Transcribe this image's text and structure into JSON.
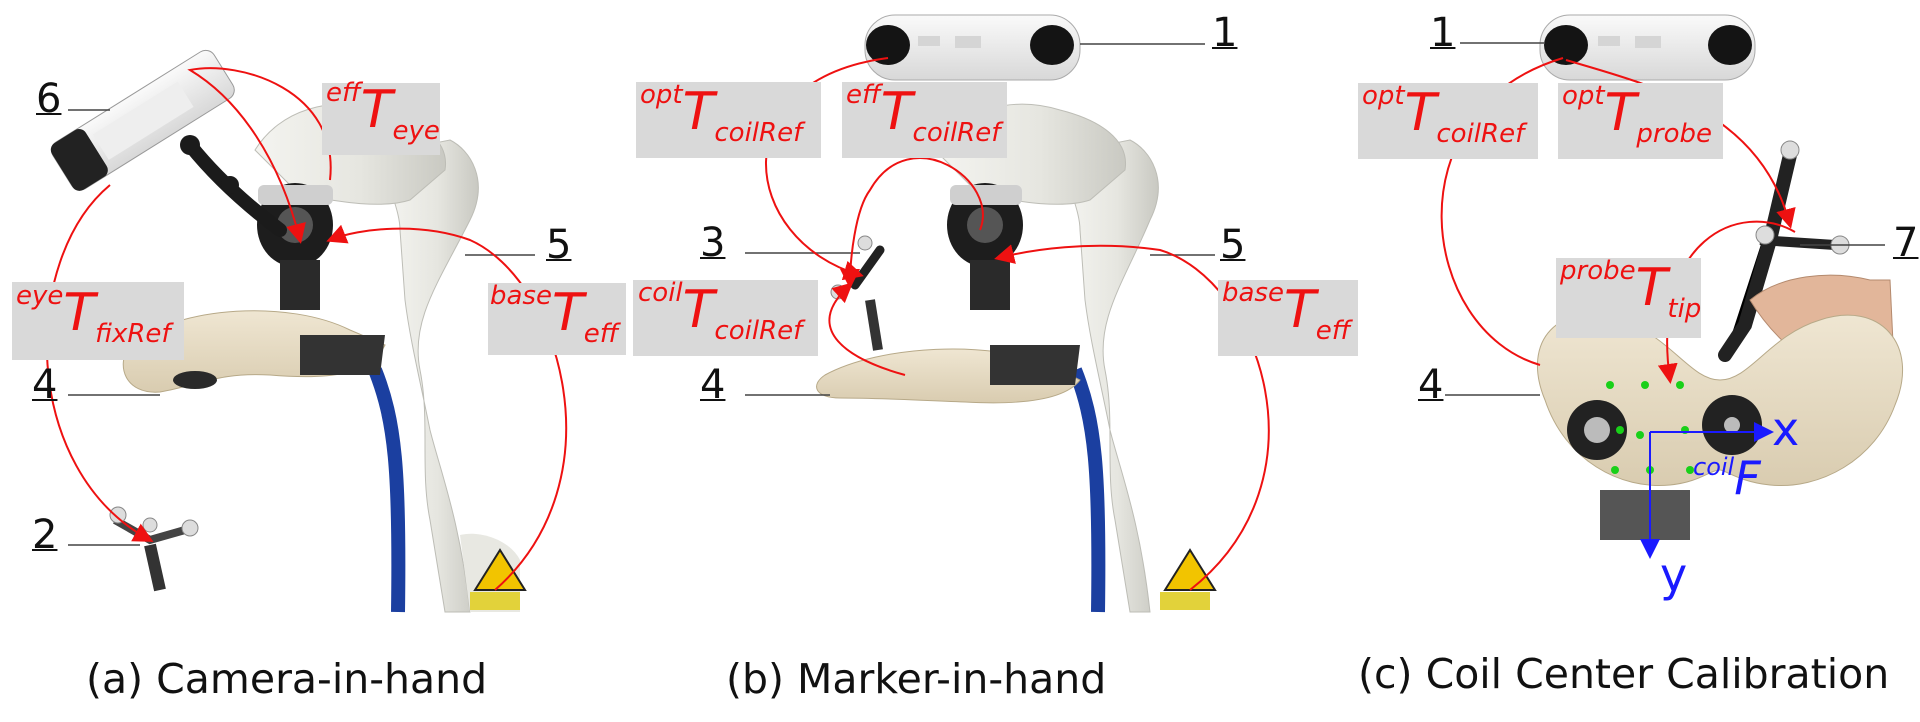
{
  "captions": {
    "a": "(a) Camera-in-hand",
    "b": "(b) Marker-in-hand",
    "c": "(c) Coil Center Calibration"
  },
  "transforms": {
    "eff_T_eye": {
      "sup": "eff",
      "sub": "eye"
    },
    "eye_T_fixRef": {
      "sup": "eye",
      "sub": "fixRef"
    },
    "base_T_eff_a": {
      "sup": "base",
      "sub": "eff"
    },
    "opt_T_coilRef_b": {
      "sup": "opt",
      "sub": "coilRef"
    },
    "eff_T_coilRef": {
      "sup": "eff",
      "sub": "coilRef"
    },
    "coil_T_coilRef": {
      "sup": "coil",
      "sub": "coilRef"
    },
    "base_T_eff_b": {
      "sup": "base",
      "sub": "eff"
    },
    "opt_T_coilRef_c": {
      "sup": "opt",
      "sub": "coilRef"
    },
    "opt_T_probe": {
      "sup": "opt",
      "sub": "probe"
    },
    "probe_T_tip": {
      "sup": "probe",
      "sub": "tip"
    }
  },
  "labels": {
    "a": [
      "6",
      "5",
      "4",
      "2"
    ],
    "b": [
      "1",
      "3",
      "5",
      "4"
    ],
    "c": [
      "1",
      "7",
      "4"
    ]
  },
  "axes": {
    "x": "x",
    "y": "y",
    "frame_sup": "coil",
    "frame_main": "F"
  },
  "colors": {
    "arrow": "#ee1111",
    "axis": "#1a1aff",
    "box": "#d9d9d9"
  }
}
